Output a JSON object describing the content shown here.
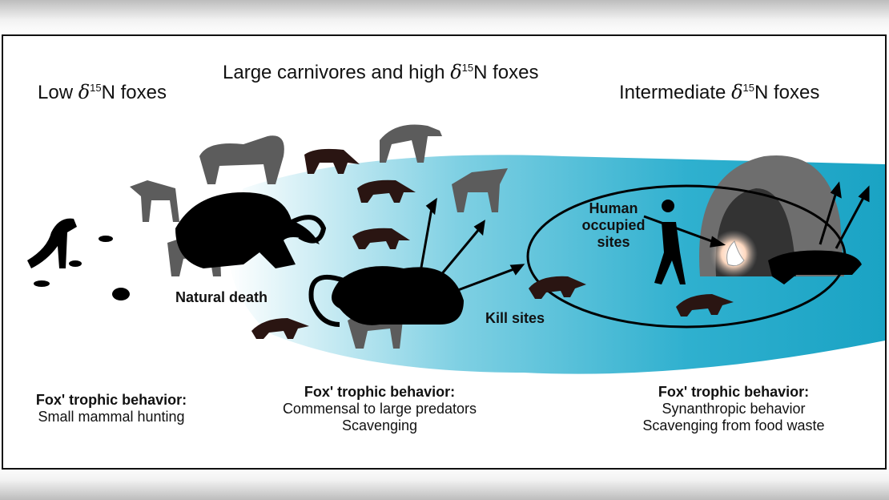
{
  "headings": {
    "low": {
      "prefix": "Low ",
      "delta": "δ",
      "sup": "15",
      "suffix": "N foxes"
    },
    "high": {
      "prefix": "Large carnivores and high ",
      "delta": "δ",
      "sup": "15",
      "suffix": "N foxes"
    },
    "intermediate": {
      "prefix": "Intermediate ",
      "delta": "δ",
      "sup": "15",
      "suffix": "N foxes"
    }
  },
  "labels": {
    "natural_death": "Natural death",
    "kill_sites": "Kill sites",
    "human_sites": [
      "Human",
      "occupied",
      "sites"
    ]
  },
  "behaviors": [
    {
      "title": "Fox' trophic behavior:",
      "lines": [
        "Small mammal hunting"
      ]
    },
    {
      "title": "Fox' trophic behavior:",
      "lines": [
        "Commensal to large predators",
        "Scavenging"
      ]
    },
    {
      "title": "Fox' trophic behavior:",
      "lines": [
        "Synanthropic behavior",
        "Scavenging from food waste"
      ]
    }
  ],
  "colors": {
    "teal": "#1aa3c4",
    "fox": "#2a1512",
    "gray_animal": "#5c5c5c",
    "silhouette": "#000000"
  }
}
